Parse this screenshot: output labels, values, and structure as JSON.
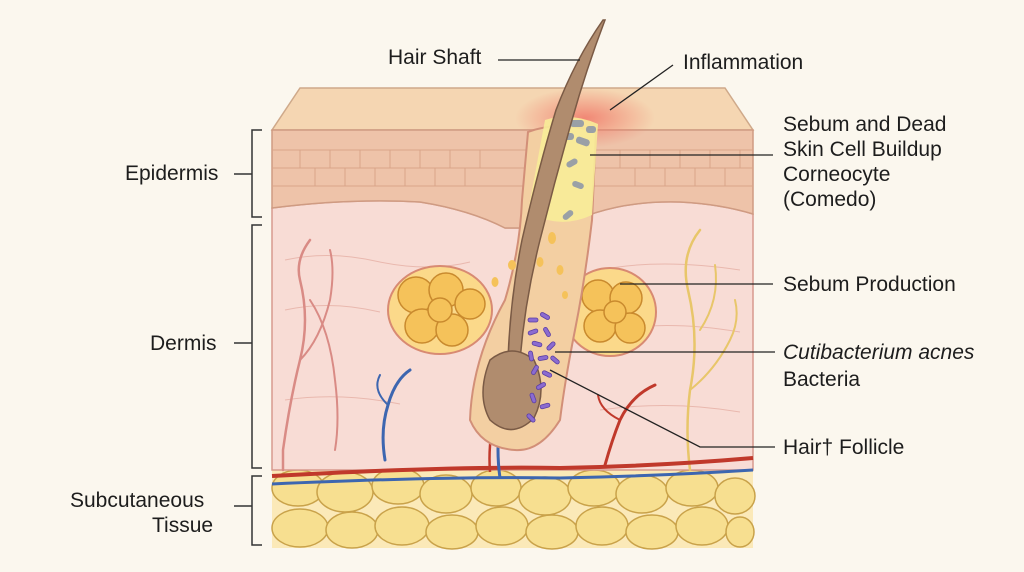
{
  "labels": {
    "hair_shaft": "Hair Shaft",
    "inflammation": "Inflammation",
    "sebum_buildup_1": "Sebum and Dead",
    "sebum_buildup_2": "Skin Cell Buildup",
    "corneocyte_1": "Corneocyte",
    "corneocyte_2": "(Comedo)",
    "sebum_production": "Sebum Production",
    "bacteria_name": "Cutibacterium acnes",
    "bacteria_word": "Bacteria",
    "hair_follicle": "Hair† Follicle",
    "epidermis": "Epidermis",
    "dermis": "Dermis",
    "subcutaneous_1": "Subcutaneous",
    "subcutaneous_2": "Tissue"
  },
  "colors": {
    "background": "#fbf7ee",
    "epidermis": "#eec3a9",
    "dermis": "#f8dcd5",
    "fat": "#f7df90",
    "sebaceous_gland": "#f5c25a",
    "hair": "#b08c6e",
    "bacteria": "#8b6bd0",
    "inflammation": "#f07a6a",
    "artery": "#c0392b",
    "vein": "#3d66b0"
  }
}
